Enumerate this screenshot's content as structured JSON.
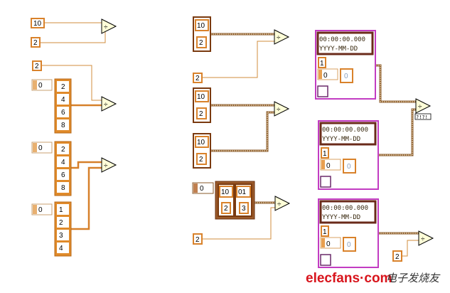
{
  "diagram": {
    "group1": {
      "numerator": "10",
      "denominator": "2"
    },
    "group2": {
      "scalar": "2",
      "index": "0",
      "array": [
        "2",
        "4",
        "6",
        "8"
      ]
    },
    "group3": {
      "index_a": "0",
      "array_a": [
        "2",
        "4",
        "6",
        "8"
      ],
      "index_b": "0",
      "array_b": [
        "1",
        "2",
        "3",
        "4"
      ]
    },
    "group4": {
      "cluster": [
        "10",
        "2"
      ],
      "scalar": "2"
    },
    "group5": {
      "cluster_a": [
        "10",
        "2"
      ],
      "cluster_b": [
        "10",
        "2"
      ]
    },
    "group6": {
      "index": "0",
      "clusters": [
        [
          "10",
          "2"
        ],
        [
          "01",
          "3"
        ]
      ],
      "scalar": "2"
    },
    "timestamp_clusters": [
      {
        "time": "00:00:00.000",
        "date": "YYYY-MM-DD",
        "number": "1",
        "index": "0",
        "element": "0"
      },
      {
        "time": "00:00:00.000",
        "date": "YYYY-MM-DD",
        "number": "1",
        "index": "0",
        "element": "0"
      },
      {
        "time": "00:00:00.000",
        "date": "YYYY-MM-DD",
        "number": "1",
        "index": "0",
        "element": "0"
      }
    ],
    "error_label": "?!?!",
    "final_scalar": "2",
    "divide_symbol": "÷"
  },
  "watermark": {
    "brand": "elecfans·com",
    "chinese": "电子发烧友"
  },
  "colors": {
    "wire": "#d08c3c",
    "constant": "#d9822b",
    "cluster": "#7a3a10",
    "timestamp_cluster": "#c23cc2",
    "divide_fill": "#ffffd8"
  }
}
